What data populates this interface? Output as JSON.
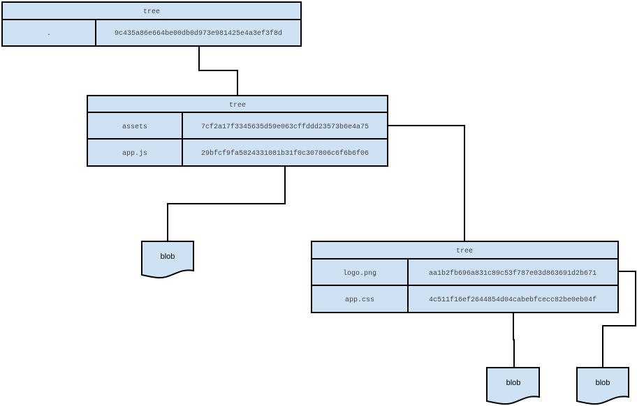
{
  "colors": {
    "node_fill": "#cfe2f3",
    "stroke": "#000000"
  },
  "trees": [
    {
      "header": "tree",
      "rows": [
        {
          "name": ".",
          "hash": "9c435a86e664be00db0d973e981425e4a3ef3f8d"
        }
      ]
    },
    {
      "header": "tree",
      "rows": [
        {
          "name": "assets",
          "hash": "7cf2a17f3345635d59e063cffddd23573b6e4a75"
        },
        {
          "name": "app.js",
          "hash": "29bfcf9fa5824331081b31f0c307806c6f6b6f06"
        }
      ]
    },
    {
      "header": "tree",
      "rows": [
        {
          "name": "logo.png",
          "hash": "aa1b2fb696a831c89c53f787e03d863691d2b671"
        },
        {
          "name": "app.css",
          "hash": "4c511f16ef2644854d04cabebfcecc82be0eb04f"
        }
      ]
    }
  ],
  "blobs": [
    {
      "label": "blob"
    },
    {
      "label": "blob"
    },
    {
      "label": "blob"
    }
  ]
}
